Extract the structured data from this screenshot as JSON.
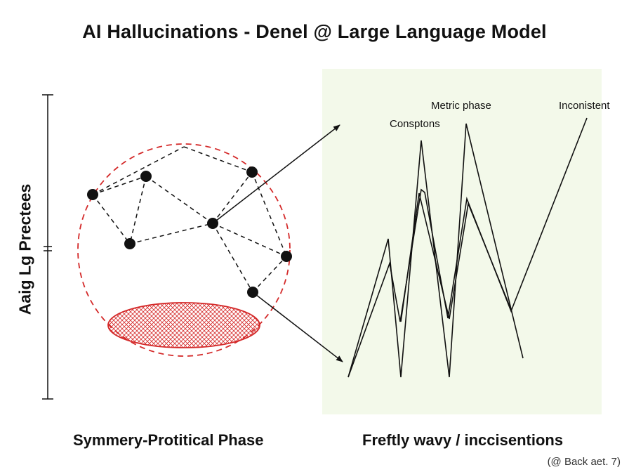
{
  "title": "AI Hallucinations - Denel @ Large Language Model",
  "y_axis_label": "Aaig Lg Prectees",
  "left_caption": "Symmery-Protitical Phase",
  "right_caption": "Freftly wavy / inccisentions",
  "footnote": "(@ Back aet. 7)",
  "right_panel": {
    "background": "#f3f9ea",
    "labels": {
      "peak1": "Consptons",
      "peak2": "Metric phase",
      "peak3": "Inconistent"
    }
  },
  "colors": {
    "ink": "#111111",
    "circle": "#d42a2a",
    "hatch": "#d42a2a",
    "panel_bg": "#f3f9ea"
  }
}
